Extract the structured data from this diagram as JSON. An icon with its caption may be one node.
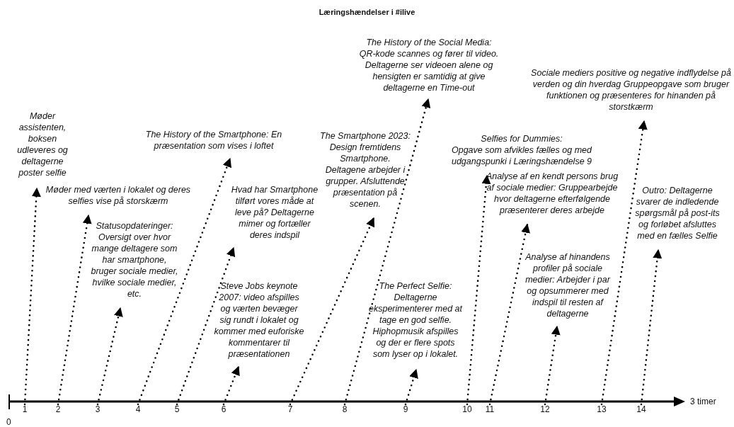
{
  "diagram": {
    "title": "Læringshændelser i #ilive",
    "nodes": [
      {
        "text": [
          "1"
        ]
      },
      {
        "text": [
          "2"
        ]
      },
      {
        "text": [
          "3"
        ]
      },
      {
        "text": [
          "4"
        ]
      },
      {
        "text": [
          "5"
        ]
      },
      {
        "text": [
          "6"
        ]
      },
      {
        "text": [
          "7"
        ]
      },
      {
        "text": [
          "8"
        ]
      },
      {
        "text": [
          "9"
        ]
      },
      {
        "text": [
          "10"
        ]
      },
      {
        "text": [
          "11"
        ]
      },
      {
        "text": [
          "12"
        ]
      },
      {
        "text": [
          "13"
        ]
      },
      {
        "text": [
          "14"
        ]
      },
      {
        "text": [
          "Møder assistenten, boksen udleveres og deltagerne poster selfie"
        ]
      },
      {
        "text": [
          "Møder med værten i lokalet og deres selfies vise på storskærm"
        ]
      },
      {
        "text": [
          "Statusopdateringer: Oversigt over hvor mange deltagere som har smartphone, bruger sociale medier, hvilke sociale medier, etc."
        ]
      },
      {
        "text": [
          "The History of the Smartphone: En præsentation som vises i loftet"
        ]
      },
      {
        "text": [
          "Hvad har Smartphone tilført vores måde at leve på? Deltagerne mimer og fortæller deres indspil"
        ]
      },
      {
        "text": [
          "Steve Jobs keynote 2007: video afspilles og værten bevæger sig rundt i lokalet og kommer med euforiske kommentarer til præsentationen"
        ]
      },
      {
        "text": [
          "The Smartphone 2023: Design fremtidens Smartphone. Deltagene arbejder i grupper. Afsluttende præsentation på scenen."
        ]
      },
      {
        "text": [
          "The History of the Social Media:",
          "QR-kode scannes og fører til video. Deltagerne ser videoen alene og hensigten er samtidig at give deltagerne en Time-out"
        ]
      },
      {
        "text": [
          "The Perfect Selfie: Deltagerne eksperimenterer med at tage en god selfie. Hiphopmusik afspilles og der er flere spots som lyser op i lokalet."
        ]
      },
      {
        "text": [
          "Selfies for Dummies:",
          "Opgave som afvikles fælles og med udgangspunki i Læringshændelse 9"
        ]
      },
      {
        "text": [
          "Analyse af en kendt persons brug af sociale medier: Gruppearbejde hvor deltagerne efterfølgende præsenterer deres arbejde"
        ]
      },
      {
        "text": [
          "Analyse af hinandens profiler på sociale medier: Arbejder i par og opsummerer med indspil til resten af deltagerne"
        ]
      },
      {
        "text": [
          "Sociale mediers positive og negative indflydelse på verden og din hverdag Gruppeopgave som bruger funktionen og præsenteres for hinanden på storstkærm"
        ]
      },
      {
        "text": [
          "Outro: Deltagerne svarer de indledende spørgsmål på post-its og forløbet afsluttes med en fælles Selfie"
        ]
      }
    ],
    "edges": [
      {
        "from": 0,
        "to": 14,
        "arrow": "to",
        "style": "dashed"
      },
      {
        "from": 1,
        "to": 15,
        "arrow": "to",
        "style": "dashed"
      },
      {
        "from": 2,
        "to": 16,
        "arrow": "to",
        "style": "dashed"
      },
      {
        "from": 3,
        "to": 17,
        "arrow": "to",
        "style": "dashed"
      },
      {
        "from": 4,
        "to": 18,
        "arrow": "to",
        "style": "dashed"
      },
      {
        "from": 5,
        "to": 19,
        "arrow": "to",
        "style": "dashed"
      },
      {
        "from": 6,
        "to": 20,
        "arrow": "to",
        "style": "dashed"
      },
      {
        "from": 7,
        "to": 21,
        "arrow": "to",
        "style": "dashed"
      },
      {
        "from": 8,
        "to": 22,
        "arrow": "to",
        "style": "dashed"
      },
      {
        "from": 9,
        "to": 23,
        "arrow": "to",
        "style": "dashed"
      },
      {
        "from": 10,
        "to": 24,
        "arrow": "to",
        "style": "dashed"
      },
      {
        "from": 11,
        "to": 25,
        "arrow": "to",
        "style": "dashed"
      },
      {
        "from": 12,
        "to": 26,
        "arrow": "to",
        "style": "dashed"
      },
      {
        "from": 13,
        "to": 27,
        "arrow": "to",
        "style": "dashed"
      }
    ],
    "labels": [
      "3 timer",
      "0"
    ]
  }
}
